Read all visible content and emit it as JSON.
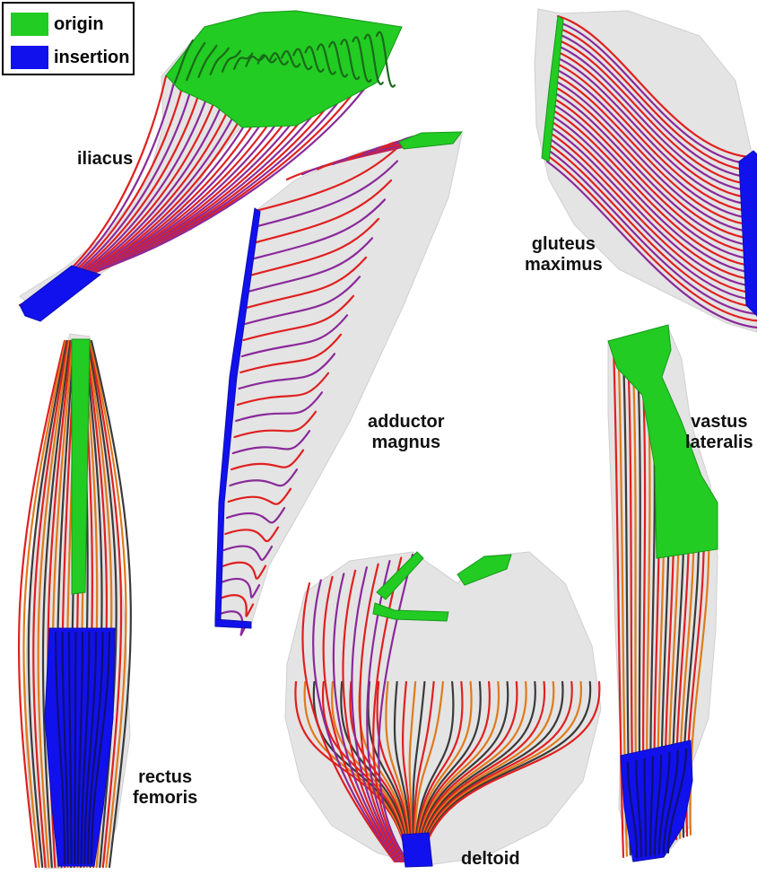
{
  "legend": {
    "origin_label": "origin",
    "insertion_label": "insertion",
    "origin_color": "#22cc22",
    "insertion_color": "#1111ee"
  },
  "colors": {
    "surface": "#e4e4e4",
    "surface_edge": "#cfcfcf",
    "fiber_red": "#e02020",
    "fiber_purple": "#8a2a9a",
    "fiber_orange": "#e07a1a",
    "fiber_gray": "#3a3a3a",
    "origin": "#22cc22",
    "insertion": "#1111ee"
  },
  "muscles": [
    {
      "id": "iliacus",
      "label": "iliacus"
    },
    {
      "id": "adductor-magnus",
      "label_line1": "adductor",
      "label_line2": "magnus"
    },
    {
      "id": "gluteus-maximus",
      "label_line1": "gluteus",
      "label_line2": "maximus"
    },
    {
      "id": "rectus-femoris",
      "label_line1": "rectus",
      "label_line2": "femoris"
    },
    {
      "id": "deltoid",
      "label": "deltoid"
    },
    {
      "id": "vastus-lateralis",
      "label_line1": "vastus",
      "label_line2": "lateralis"
    }
  ]
}
